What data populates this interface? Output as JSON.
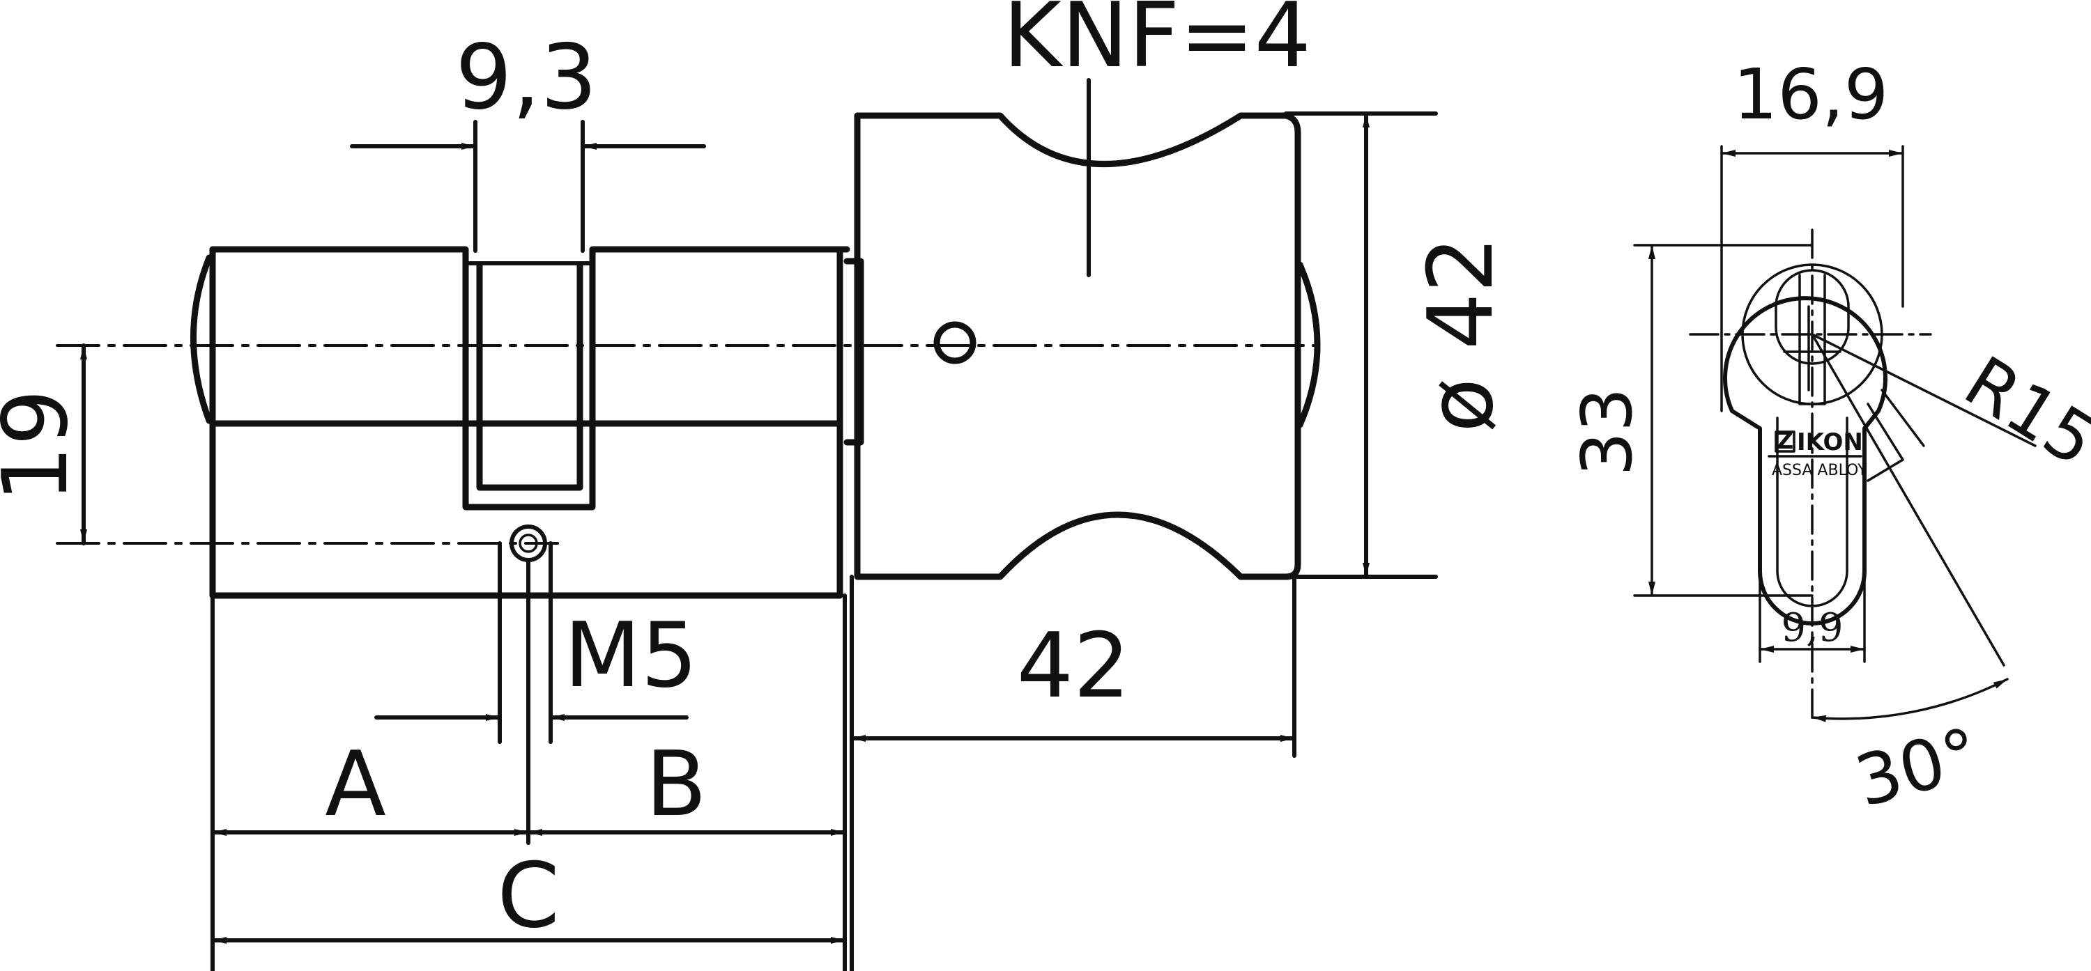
{
  "dimensions": {
    "width_key_section": "9,3",
    "knob_flats": "KNF=4",
    "knob_diameter": "ø 42",
    "knob_length": "42",
    "height_19": "19",
    "screw_thread": "M5",
    "length_a": "A",
    "length_b": "B",
    "length_c": "C",
    "profile_width": "16,9",
    "profile_height": "33",
    "profile_radius": "R15",
    "profile_bottom_width": "9,9",
    "cam_angle": "30°"
  },
  "logo": {
    "brand": "IKON",
    "badge": "Z",
    "parent": "ASSA ABLOY"
  }
}
